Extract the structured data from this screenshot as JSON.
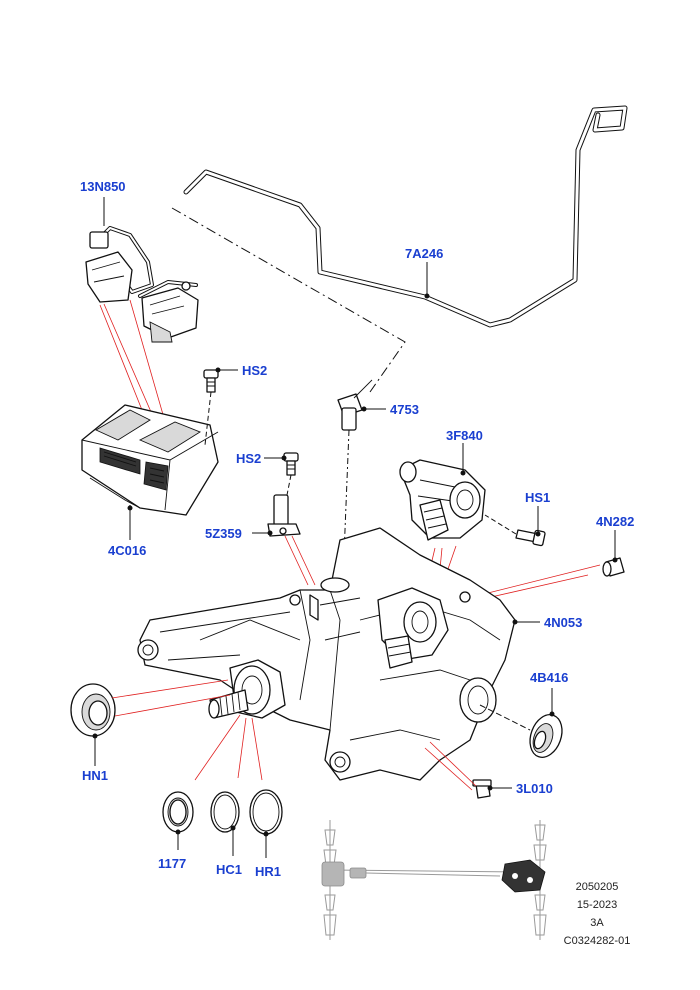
{
  "callouts": {
    "c13N850": "13N850",
    "c7A246": "7A246",
    "cHS2a": "HS2",
    "c4753": "4753",
    "c3F840": "3F840",
    "cHS2b": "HS2",
    "cHS1": "HS1",
    "c4N282": "4N282",
    "c5Z359": "5Z359",
    "c4C016": "4C016",
    "c4N053": "4N053",
    "c4B416": "4B416",
    "cHN1": "HN1",
    "c3L010": "3L010",
    "c1177": "1177",
    "cHC1": "HC1",
    "cHR1": "HR1"
  },
  "reference": {
    "line1": "2050205",
    "line2": "15-2023",
    "line3": "3A",
    "line4": "C0324282-01"
  },
  "colors": {
    "callout": "#1a3fd0",
    "leader_highlight": "#e02020",
    "ink": "#111111"
  }
}
